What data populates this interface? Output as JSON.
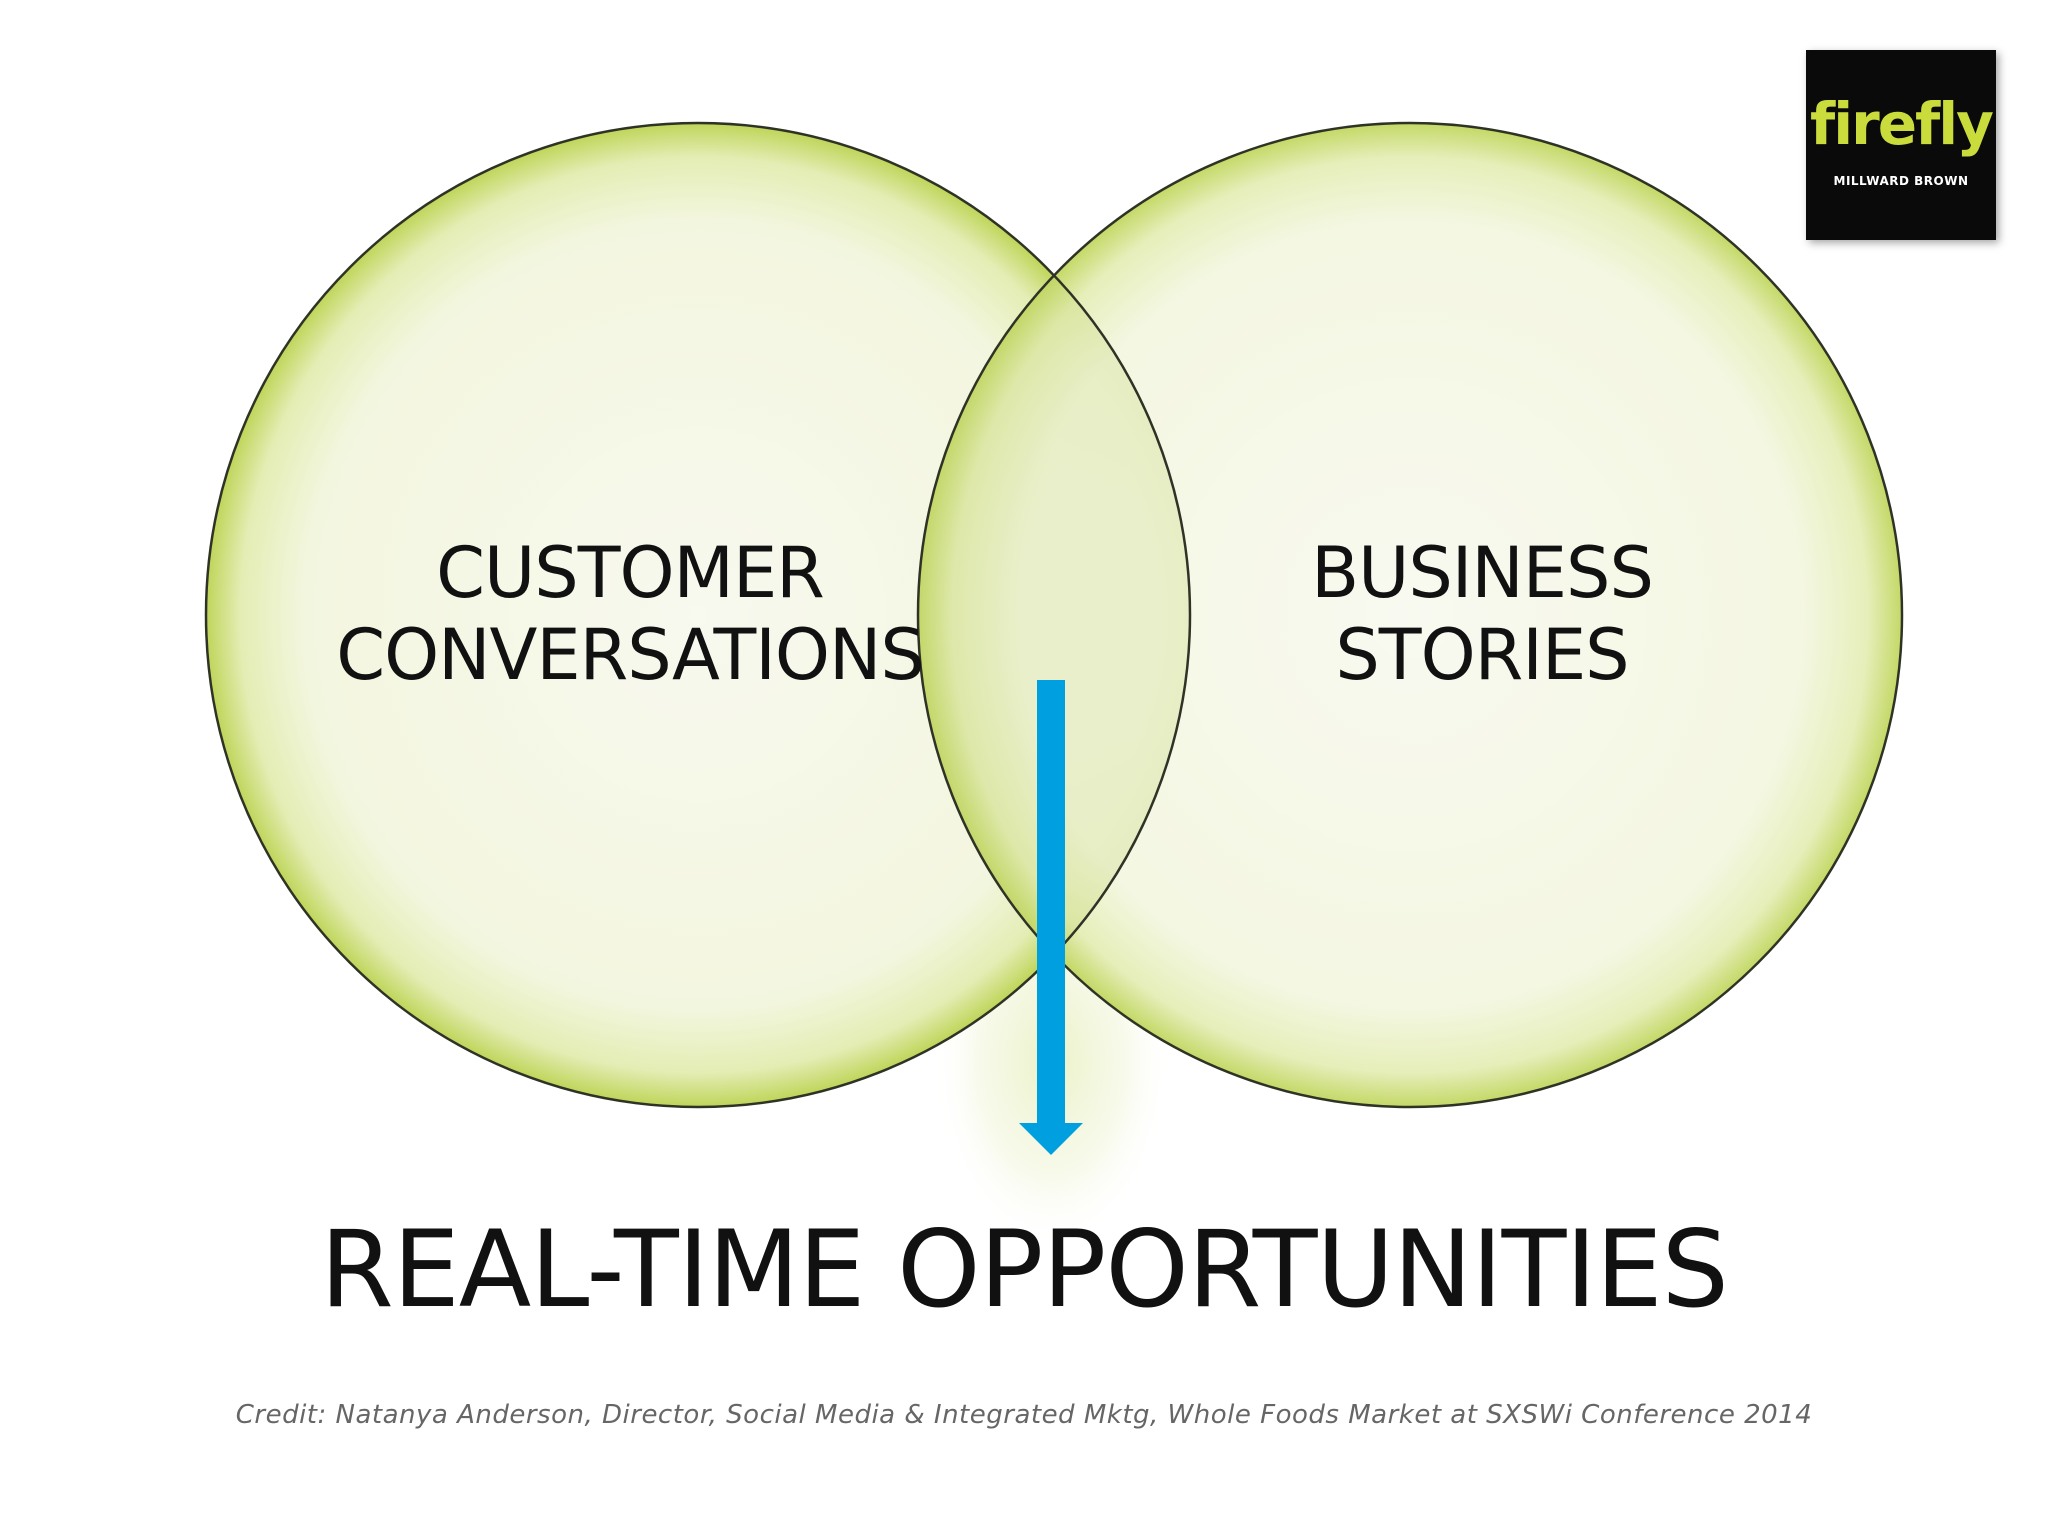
{
  "logo": {
    "wordmark": "firefly",
    "subtitle": "MILLWARD BROWN",
    "background": "#0a0a0a",
    "accent": "#c9dc3c"
  },
  "venn": {
    "left_circle": {
      "lines": [
        "CUSTOMER",
        "CONVERSATIONS"
      ]
    },
    "right_circle": {
      "lines": [
        "BUSINESS",
        "STORIES"
      ]
    },
    "circle_fill": "#f6f8ea",
    "circle_edge_glow": "#c6dc5a",
    "circle_outline": "#333333",
    "arrow_color": "#009fdf"
  },
  "result": "REAL-TIME OPPORTUNITIES",
  "credit": "Credit: Natanya Anderson, Director, Social Media & Integrated Mktg, Whole Foods Market at SXSWi Conference 2014"
}
